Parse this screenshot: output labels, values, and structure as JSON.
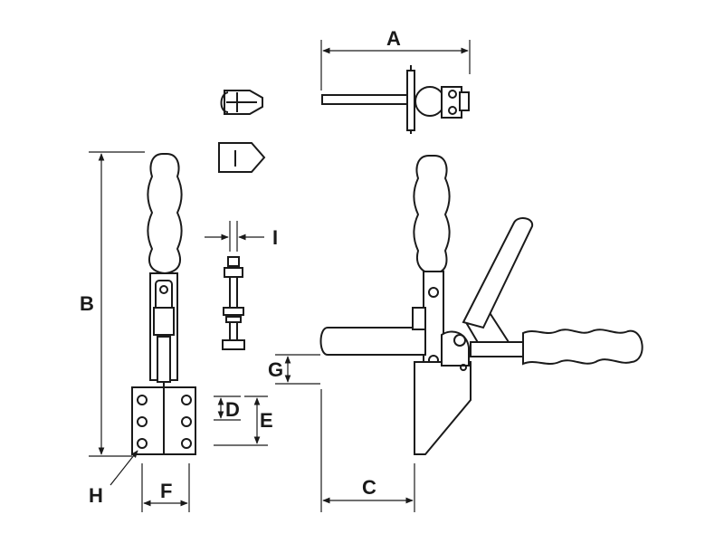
{
  "labels": {
    "A": "A",
    "B": "B",
    "C": "C",
    "D": "D",
    "E": "E",
    "F": "F",
    "G": "G",
    "H": "H",
    "I": "I"
  },
  "colors": {
    "ink": "#1a1a1a",
    "paper": "#ffffff"
  }
}
